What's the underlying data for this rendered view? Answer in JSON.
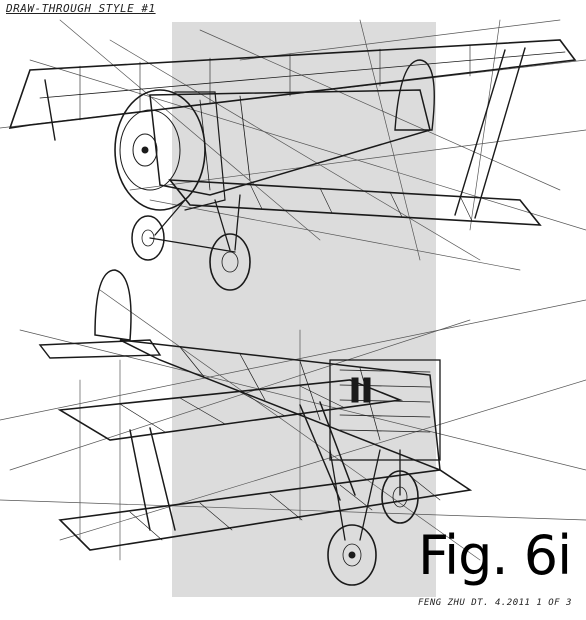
{
  "header_note": "DRAW-THROUGH STYLE #1",
  "figure_label": "Fig. 6i",
  "footer_note": "FENG ZHU DT. 4.2011 1 OF 3",
  "colors": {
    "background": "#ffffff",
    "panel": "#dcdcdc",
    "ink": "#1a1a1a",
    "construction": "#555555"
  }
}
